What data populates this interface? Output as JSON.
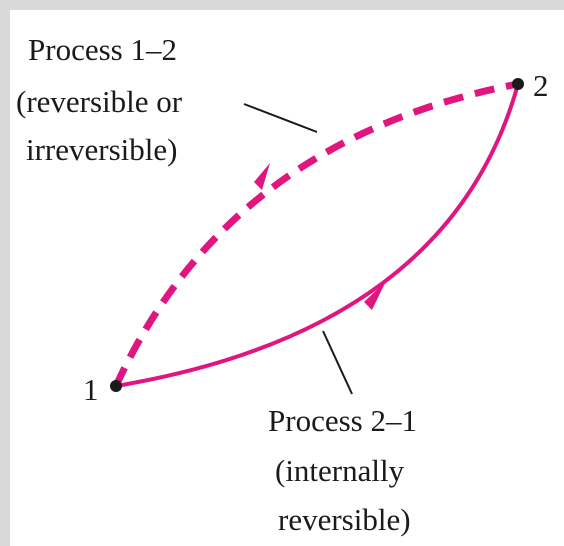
{
  "diagram": {
    "colors": {
      "background": "#d9d9d9",
      "panel": "#ffffff",
      "curve": "#e0157f",
      "ink": "#1a1a1a"
    },
    "points": [
      {
        "id": "1",
        "label": "1"
      },
      {
        "id": "2",
        "label": "2"
      }
    ],
    "process_1_2": {
      "line1": "Process 1–2",
      "line2": "(reversible or",
      "line3": "irreversible)",
      "style": "dashed"
    },
    "process_2_1": {
      "line1": "Process 2–1",
      "line2": "(internally",
      "line3": "reversible)",
      "style": "solid"
    }
  }
}
